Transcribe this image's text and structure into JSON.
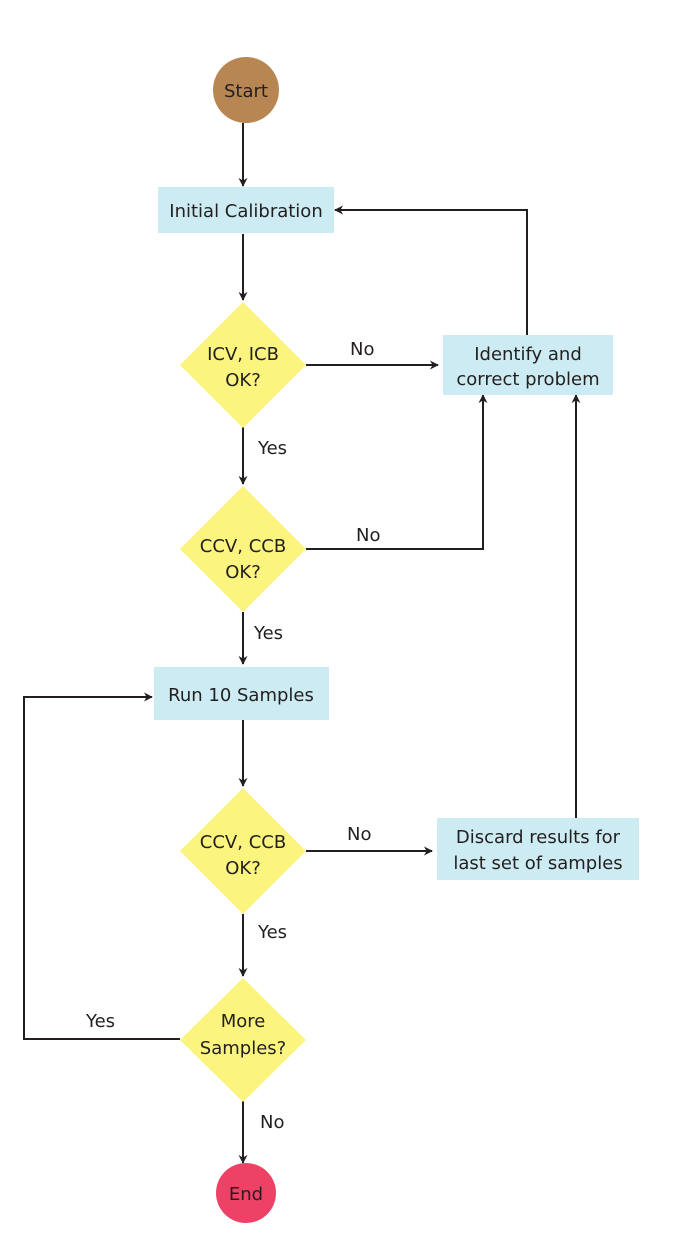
{
  "nodes": {
    "start": {
      "label": "Start",
      "color": "#b88652"
    },
    "initial_calibration": {
      "label": "Initial Calibration",
      "color": "#cdebf2"
    },
    "icv_icb": {
      "line1": "ICV, ICB",
      "line2": "OK?",
      "color": "#fbf47e"
    },
    "ccv_ccb_1": {
      "line1": "CCV, CCB",
      "line2": "OK?",
      "color": "#fbf47e"
    },
    "run_samples": {
      "label": "Run 10 Samples",
      "color": "#cdebf2"
    },
    "ccv_ccb_2": {
      "line1": "CCV, CCB",
      "line2": "OK?",
      "color": "#fbf47e"
    },
    "more_samples": {
      "line1": "More",
      "line2": "Samples?",
      "color": "#fbf47e"
    },
    "end": {
      "label": "End",
      "color": "#ee4166"
    },
    "identify": {
      "line1": "Identify and",
      "line2": "correct problem",
      "color": "#cdebf2"
    },
    "discard": {
      "line1": "Discard results for",
      "line2": "last set of samples",
      "color": "#cdebf2"
    }
  },
  "edge_labels": {
    "icv_no": "No",
    "icv_yes": "Yes",
    "ccv1_no": "No",
    "ccv1_yes": "Yes",
    "ccv2_no": "No",
    "ccv2_yes": "Yes",
    "more_yes": "Yes",
    "more_no": "No"
  },
  "colors": {
    "line": "#231f20"
  }
}
